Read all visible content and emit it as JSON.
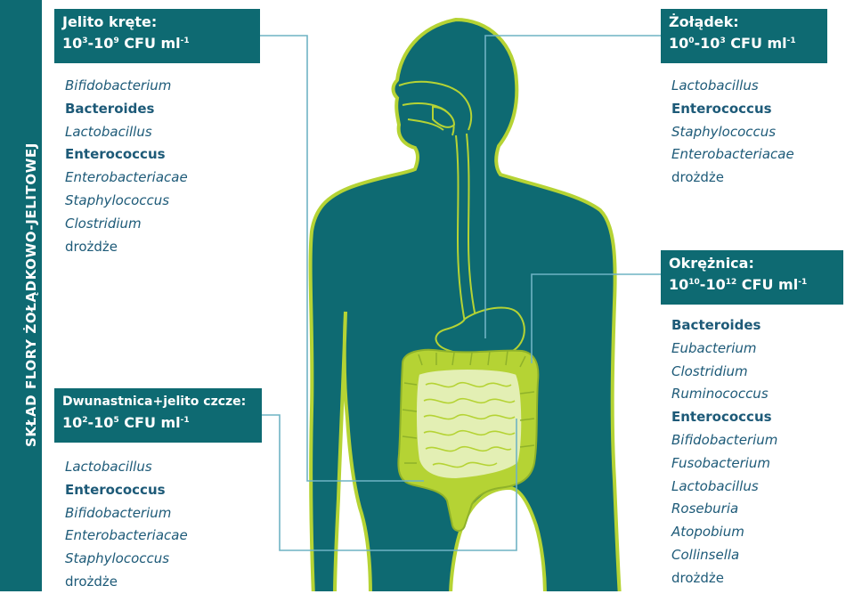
{
  "side_label": "SKŁAD FLORY ŻOŁĄDKOWO-JELITOWEJ",
  "colors": {
    "teal": "#0e6a72",
    "lime": "#b5d334",
    "pale_lime": "#e3efb4",
    "text_blue": "#1d5a78"
  },
  "sections": {
    "jelito_krete": {
      "title": "Jelito kręte:",
      "cfu_a": "10",
      "cfu_a_exp": "3",
      "cfu_b": "-10",
      "cfu_b_exp": "9",
      "cfu_unit": " CFU ml",
      "cfu_unit_exp": "-1",
      "organisms": [
        {
          "name": "Bifidobacterium",
          "style": "italic"
        },
        {
          "name": "Bacteroides",
          "style": "bold"
        },
        {
          "name": "Lactobacillus",
          "style": "italic"
        },
        {
          "name": "Enterococcus",
          "style": "bold"
        },
        {
          "name": "Enterobacteriacae",
          "style": "italic"
        },
        {
          "name": "Staphylococcus",
          "style": "italic"
        },
        {
          "name": "Clostridium",
          "style": "italic"
        },
        {
          "name": "drożdże",
          "style": "normal"
        }
      ]
    },
    "zoladek": {
      "title": "Żołądek:",
      "cfu_a": "10",
      "cfu_a_exp": "0",
      "cfu_b": "-10",
      "cfu_b_exp": "3",
      "cfu_unit": " CFU ml",
      "cfu_unit_exp": "-1",
      "organisms": [
        {
          "name": "Lactobacillus",
          "style": "italic"
        },
        {
          "name": "Enterococcus",
          "style": "bold"
        },
        {
          "name": "Staphylococcus",
          "style": "italic"
        },
        {
          "name": "Enterobacteriacae",
          "style": "italic"
        },
        {
          "name": "drożdże",
          "style": "normal"
        }
      ]
    },
    "dwunastnica": {
      "title": "Dwunastnica+jelito czcze:",
      "cfu_a": "10",
      "cfu_a_exp": "2",
      "cfu_b": "-10",
      "cfu_b_exp": "5",
      "cfu_unit": " CFU ml",
      "cfu_unit_exp": "-1",
      "organisms": [
        {
          "name": "Lactobacillus",
          "style": "italic"
        },
        {
          "name": "Enterococcus",
          "style": "bold"
        },
        {
          "name": "Bifidobacterium",
          "style": "italic"
        },
        {
          "name": "Enterobacteriacae",
          "style": "italic"
        },
        {
          "name": "Staphylococcus",
          "style": "italic"
        },
        {
          "name": "drożdże",
          "style": "normal"
        }
      ]
    },
    "okreznica": {
      "title": "Okrężnica:",
      "cfu_a": "10",
      "cfu_a_exp": "10",
      "cfu_b": "-10",
      "cfu_b_exp": "12",
      "cfu_unit": " CFU ml",
      "cfu_unit_exp": "-1",
      "organisms": [
        {
          "name": "Bacteroides",
          "style": "bold"
        },
        {
          "name": "Eubacterium",
          "style": "italic"
        },
        {
          "name": "Clostridium",
          "style": "italic"
        },
        {
          "name": "Ruminococcus",
          "style": "italic"
        },
        {
          "name": "Enterococcus",
          "style": "bold"
        },
        {
          "name": "Bifidobacterium",
          "style": "italic"
        },
        {
          "name": "Fusobacterium",
          "style": "italic"
        },
        {
          "name": "Lactobacillus",
          "style": "italic"
        },
        {
          "name": "Roseburia",
          "style": "italic"
        },
        {
          "name": "Atopobium",
          "style": "italic"
        },
        {
          "name": "Collinsella",
          "style": "italic"
        },
        {
          "name": "drożdże",
          "style": "normal"
        }
      ]
    }
  }
}
